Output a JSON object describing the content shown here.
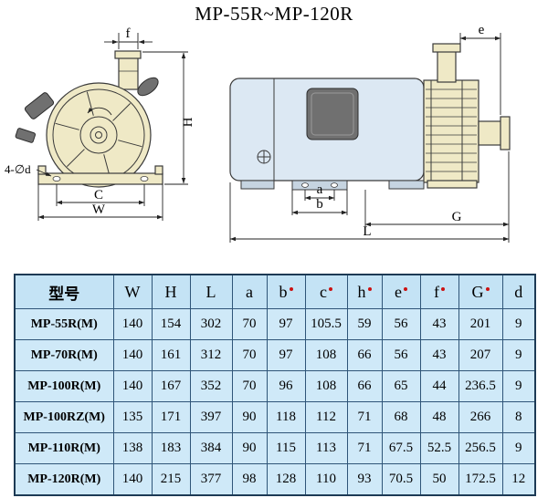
{
  "title": "MP-55R~MP-120R",
  "drawing": {
    "front_view": {
      "f_label": "f",
      "h_label": "H",
      "c_label": "C",
      "w_label": "W",
      "holes_label": "4-∅d"
    },
    "side_view": {
      "e_label": "e",
      "a_label": "a",
      "b_label": "b",
      "g_label": "G",
      "l_label": "L"
    }
  },
  "table": {
    "headers": [
      "型号",
      "W",
      "H",
      "L",
      "a",
      "b",
      "c",
      "h",
      "e",
      "f",
      "G",
      "d"
    ],
    "marked_headers": [
      "b",
      "c",
      "h",
      "e",
      "f",
      "G"
    ],
    "rows": [
      [
        "MP-55R(M)",
        "140",
        "154",
        "302",
        "70",
        "97",
        "105.5",
        "59",
        "56",
        "43",
        "201",
        "9"
      ],
      [
        "MP-70R(M)",
        "140",
        "161",
        "312",
        "70",
        "97",
        "108",
        "66",
        "56",
        "43",
        "207",
        "9"
      ],
      [
        "MP-100R(M)",
        "140",
        "167",
        "352",
        "70",
        "96",
        "108",
        "66",
        "65",
        "44",
        "236.5",
        "9"
      ],
      [
        "MP-100RZ(M)",
        "135",
        "171",
        "397",
        "90",
        "118",
        "112",
        "71",
        "68",
        "48",
        "266",
        "8"
      ],
      [
        "MP-110R(M)",
        "138",
        "183",
        "384",
        "90",
        "115",
        "113",
        "71",
        "67.5",
        "52.5",
        "256.5",
        "9"
      ],
      [
        "MP-120R(M)",
        "140",
        "215",
        "377",
        "98",
        "128",
        "110",
        "93",
        "70.5",
        "50",
        "172.5",
        "12"
      ]
    ]
  },
  "colors": {
    "cream": "#efe9c6",
    "motor-blue": "#dce8f3",
    "dark-gray": "#707070",
    "foot-blue": "#c6d4e1",
    "table-bg": "#cfe9f8",
    "table-header-bg": "#c4e3f5",
    "table-border": "#2f5578",
    "table-outer-border": "#1d3a55",
    "line": "#3a3a3a",
    "red-mark": "#cc1111"
  }
}
